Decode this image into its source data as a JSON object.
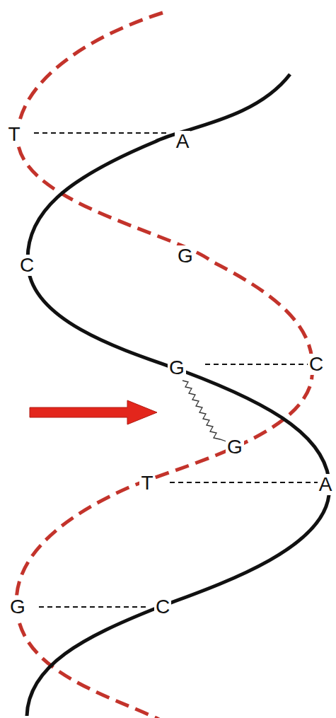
{
  "diagram": {
    "labels": [
      "T",
      "A",
      "C",
      "G",
      "G",
      "C",
      "G",
      "T",
      "A",
      "G",
      "C"
    ]
  }
}
